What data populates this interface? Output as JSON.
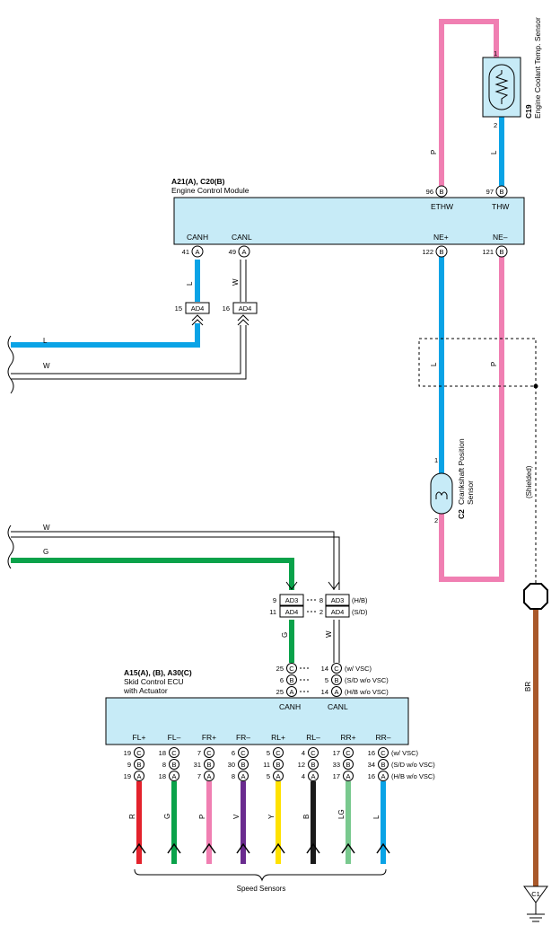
{
  "ecm": {
    "ref": "A21(A), C20(B)",
    "name": "Engine Control Module",
    "pins": {
      "canh": "CANH",
      "canl": "CANL",
      "ethw": "ETHW",
      "thw": "THW",
      "nep": "NE+",
      "nem": "NE–"
    },
    "nums": {
      "canh": "41",
      "canl": "49",
      "ethw": "96",
      "thw": "97",
      "nep": "122",
      "nem": "121"
    },
    "letters": {
      "a": "A",
      "b": "B"
    }
  },
  "coolant": {
    "ref": "C19",
    "name": "Engine Coolant Temp. Sensor",
    "pin1": "1",
    "pin2": "2"
  },
  "crank": {
    "ref": "C2",
    "name1": "Crankshaft Position",
    "name2": "Sensor",
    "pin1": "1",
    "pin2": "2"
  },
  "shield": {
    "label": "(Shielded)",
    "wire": "BR",
    "ground": "C1"
  },
  "wires": {
    "P": "P",
    "L": "L",
    "W": "W",
    "G": "G",
    "R": "R",
    "V": "V",
    "Y": "Y",
    "B": "B",
    "LG": "LG",
    "BR": "BR"
  },
  "jc": {
    "ad4": "AD4",
    "ad3": "AD3",
    "n15": "15",
    "n16": "16",
    "n9": "9",
    "n11": "11",
    "n8": "8",
    "n2": "2",
    "hb": "(H/B)",
    "sd": "(S/D)"
  },
  "ecu": {
    "ref": "A15(A), (B), A30(C)",
    "name1": "Skid Control ECU",
    "name2": "with Actuator",
    "can": {
      "canh": "CANH",
      "canl": "CANL"
    },
    "canrows": [
      {
        "l1": "25",
        "l2": "C",
        "r1": "14",
        "r2": "C",
        "note": "(w/ VSC)"
      },
      {
        "l1": "6",
        "l2": "B",
        "r1": "5",
        "r2": "B",
        "note": "(S/D w/o VSC)"
      },
      {
        "l1": "25",
        "l2": "A",
        "r1": "14",
        "r2": "A",
        "note": "(H/B w/o VSC)"
      }
    ],
    "bottom": [
      "FL+",
      "FL–",
      "FR+",
      "FR–",
      "RL+",
      "RL–",
      "RR+",
      "RR–"
    ],
    "binrow": [
      [
        "19",
        "18",
        "7",
        "6",
        "5",
        "4",
        "17",
        "16"
      ],
      [
        "9",
        "8",
        "31",
        "30",
        "11",
        "12",
        "33",
        "34"
      ],
      [
        "19",
        "18",
        "7",
        "8",
        "5",
        "4",
        "17",
        "16"
      ]
    ],
    "letters": [
      "C",
      "B",
      "A"
    ],
    "notes": [
      "(w/ VSC)",
      "(S/D w/o VSC)",
      "(H/B w/o VSC)"
    ],
    "speed": "Speed Sensors"
  },
  "colors": {
    "pink": "#f07fb2",
    "blue": "#0aa3e6",
    "green": "#0aa24a",
    "red": "#e3222c",
    "violet": "#6a2b8f",
    "yellow": "#ffe100",
    "black": "#1a1a1a",
    "lgreen": "#79c98e",
    "brown": "#a9582a",
    "box": "#c7ebf7"
  }
}
